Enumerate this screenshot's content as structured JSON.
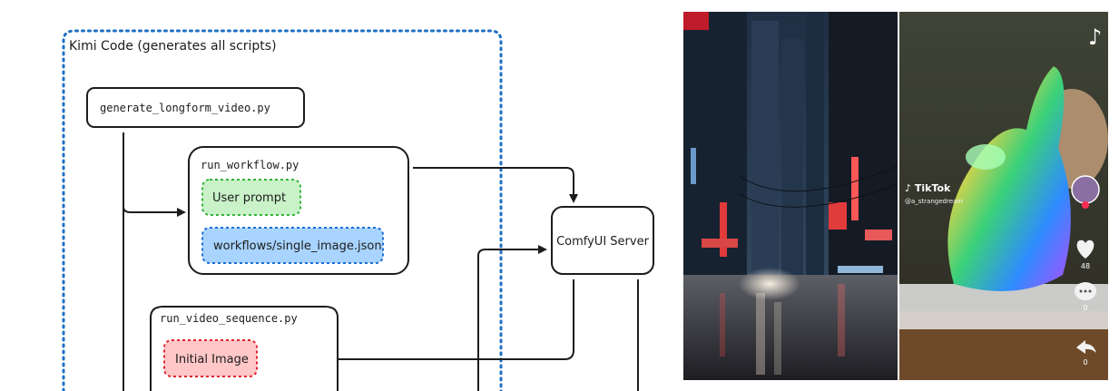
{
  "diagram": {
    "frame_label": "Kimi Code (generates all scripts)",
    "nodes": {
      "generate_longform": "generate_longform_video.py",
      "run_workflow": "run_workflow.py",
      "user_prompt": "User prompt",
      "workflow_json": "workflows/single_image.json",
      "comfyui_server": "ComfyUI Server",
      "run_video_sequence": "run_video_sequence.py",
      "initial_image": "Initial Image"
    },
    "colors": {
      "frame_border": "#1f6fc4",
      "user_prompt_fill": "#c9f2c9",
      "user_prompt_border": "#35b33a",
      "workflow_fill": "#a8d4ff",
      "workflow_border": "#1d6fd6",
      "initial_image_fill": "#ffc7c7",
      "initial_image_border": "#e0242c"
    }
  },
  "tiktok": {
    "brand": "TikTok",
    "handle": "@a_strangedream",
    "likes": "48",
    "comments": "0",
    "shares": "0"
  }
}
